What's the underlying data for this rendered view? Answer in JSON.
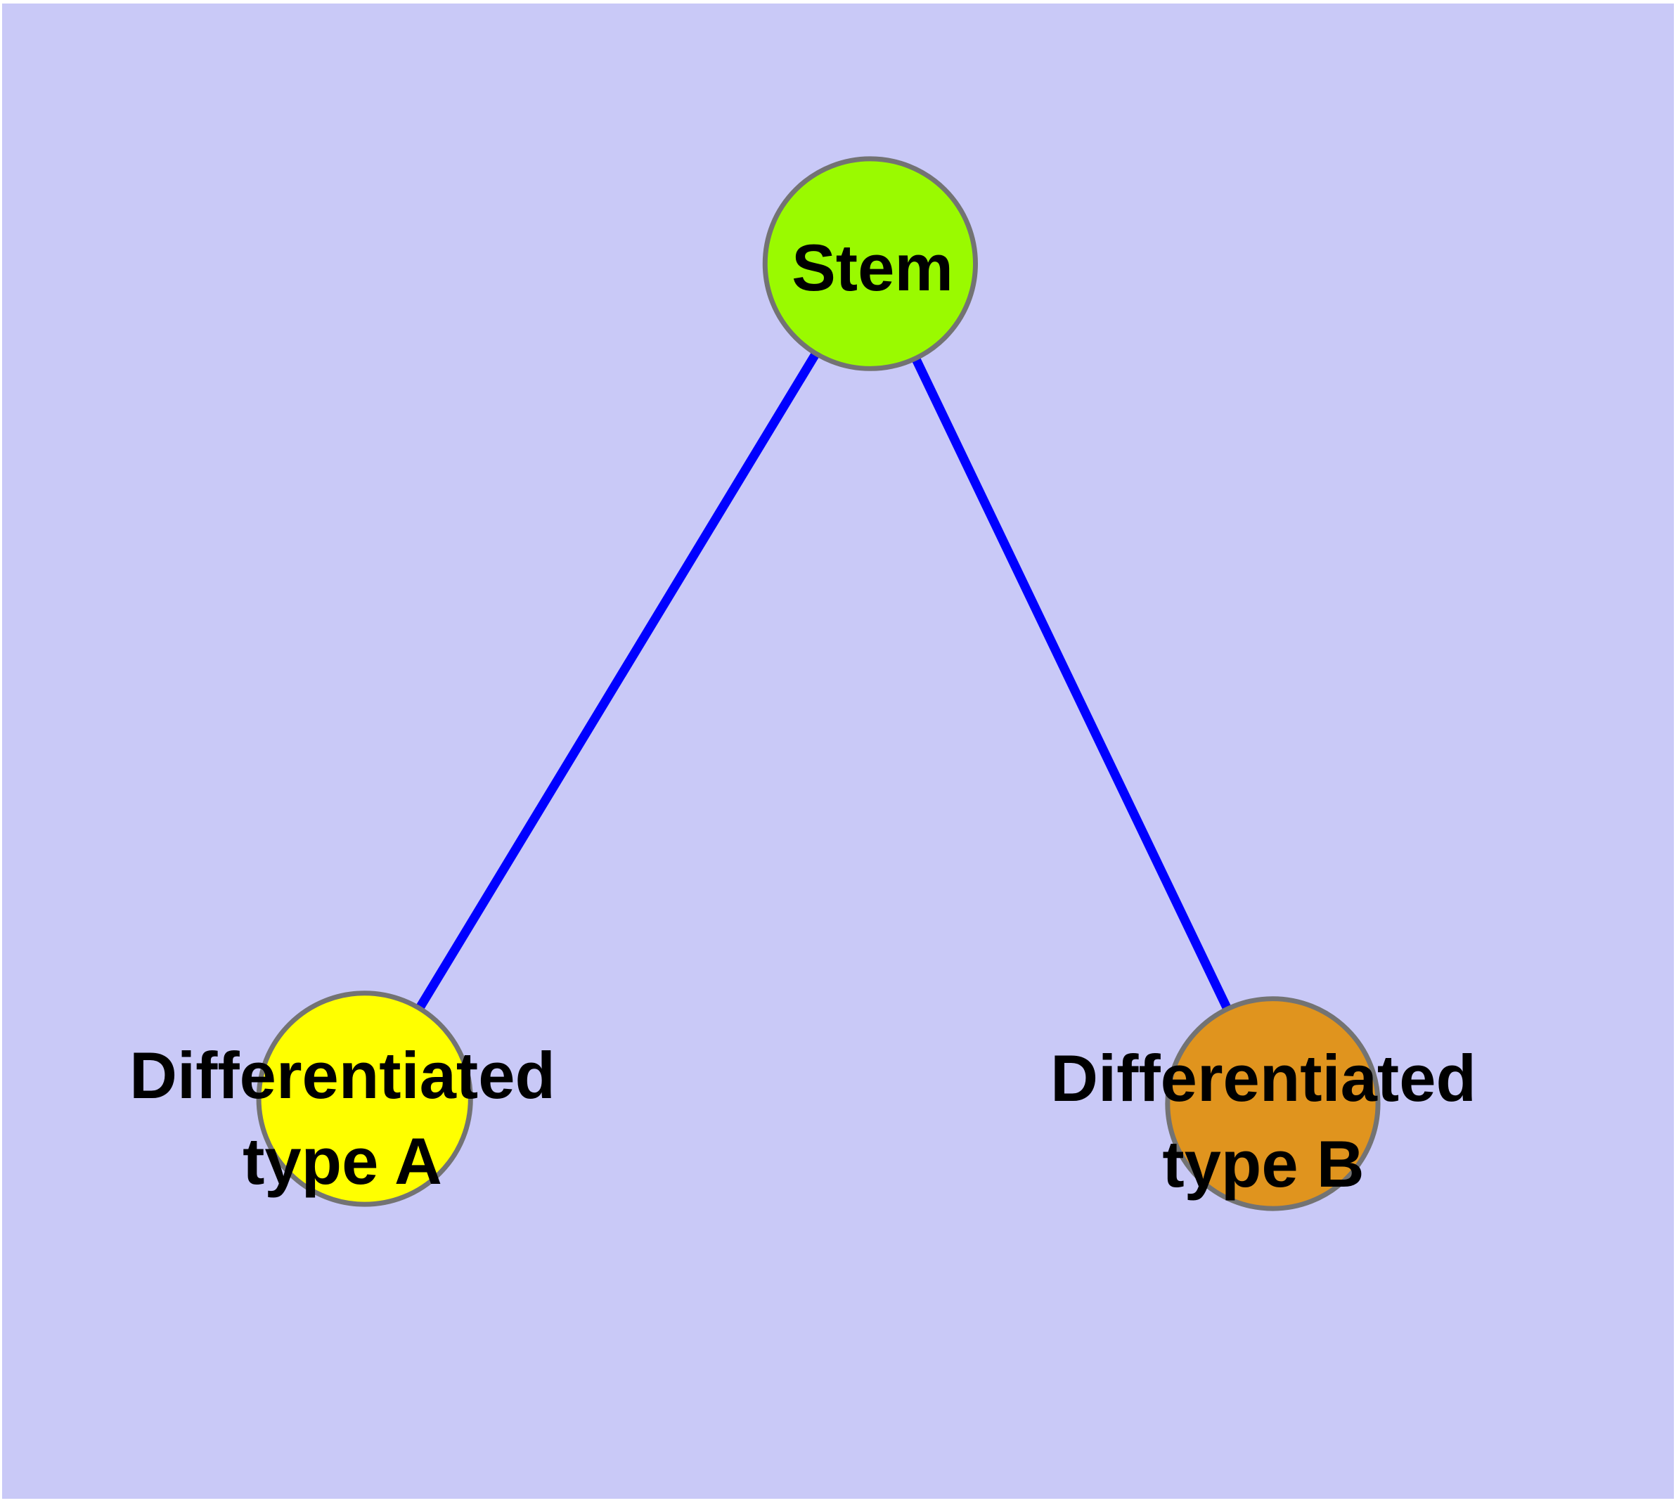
{
  "diagram": {
    "title": "",
    "type": "node-link-graph",
    "nodes": {
      "stem": {
        "id": "stem",
        "label": "Stem",
        "label_lines": [
          "Stem"
        ],
        "color": "#9AFA00"
      },
      "typeA": {
        "id": "typeA",
        "label": "Differentiated type A",
        "label_lines": [
          "Differentiated",
          "type A"
        ],
        "color": "#FFFF00"
      },
      "typeB": {
        "id": "typeB",
        "label": "Differentiated type B",
        "label_lines": [
          "Differentiated",
          "type B"
        ],
        "color": "#E0941E"
      }
    },
    "edges": {
      "color": "#0000FF",
      "list": [
        {
          "from": "Stem",
          "to": "Differentiated type A"
        },
        {
          "from": "Stem",
          "to": "Differentiated type B"
        }
      ]
    }
  },
  "colors": {
    "panel-bg": "#C9C9F7",
    "node-stroke": "#737373",
    "label-color": "#000000",
    "edge-blue": "#0000FF"
  }
}
